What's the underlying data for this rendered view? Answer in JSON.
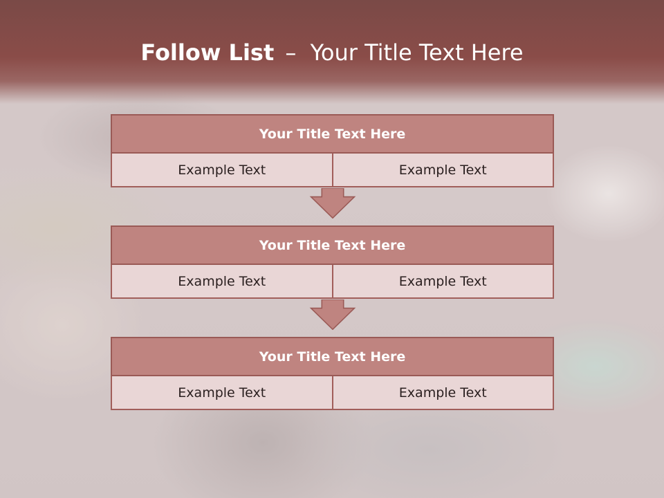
{
  "slide": {
    "title_bold": "Follow List",
    "title_separator": "–",
    "title_rest": "Your Title Text Here"
  },
  "steps": [
    {
      "heading": "Your Title Text Here",
      "left": "Example Text",
      "right": "Example Text"
    },
    {
      "heading": "Your Title Text Here",
      "left": "Example Text",
      "right": "Example Text"
    },
    {
      "heading": "Your Title Text Here",
      "left": "Example Text",
      "right": "Example Text"
    }
  ],
  "colors": {
    "header_band": "#8a4c48",
    "block_heading": "#bf8480",
    "block_border": "#9a5a56",
    "cell_fill": "#e9d6d6"
  }
}
